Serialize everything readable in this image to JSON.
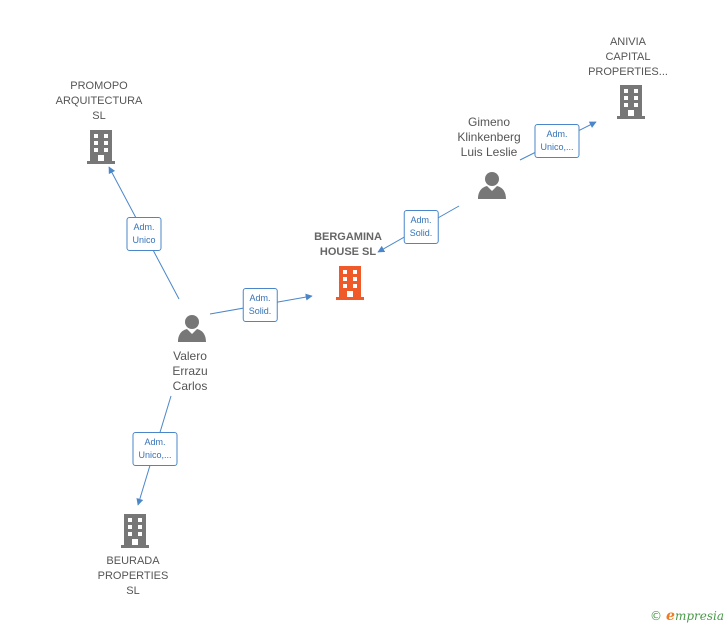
{
  "nodes": {
    "bergamina": {
      "lines": [
        "BERGAMINA",
        "HOUSE  SL"
      ],
      "color": "#f05a28"
    },
    "promopo": {
      "lines": [
        "PROMOPO",
        "ARQUITECTURA",
        "SL"
      ],
      "color": "#777777"
    },
    "anivia": {
      "lines": [
        "ANIVIA",
        "CAPITAL",
        "PROPERTIES..."
      ],
      "color": "#777777"
    },
    "beurada": {
      "lines": [
        "BEURADA",
        "PROPERTIES",
        "SL"
      ],
      "color": "#777777"
    },
    "valero": {
      "lines": [
        "Valero",
        "Errazu",
        "Carlos"
      ],
      "color": "#777777"
    },
    "gimeno": {
      "lines": [
        "Gimeno",
        "Klinkenberg",
        "Luis Leslie"
      ],
      "color": "#777777"
    }
  },
  "edges": {
    "valero_promopo": {
      "lines": [
        "Adm.",
        "Unico"
      ]
    },
    "valero_bergamina": {
      "lines": [
        "Adm.",
        "Solid."
      ]
    },
    "valero_beurada": {
      "lines": [
        "Adm.",
        "Unico,..."
      ]
    },
    "gimeno_bergamina": {
      "lines": [
        "Adm.",
        "Solid."
      ]
    },
    "gimeno_anivia": {
      "lines": [
        "Adm.",
        "Unico,..."
      ]
    }
  },
  "edge_color": "#4a86c9",
  "footer": {
    "copyright": "©",
    "brand_initial": "e",
    "brand_rest": "mpresia"
  }
}
